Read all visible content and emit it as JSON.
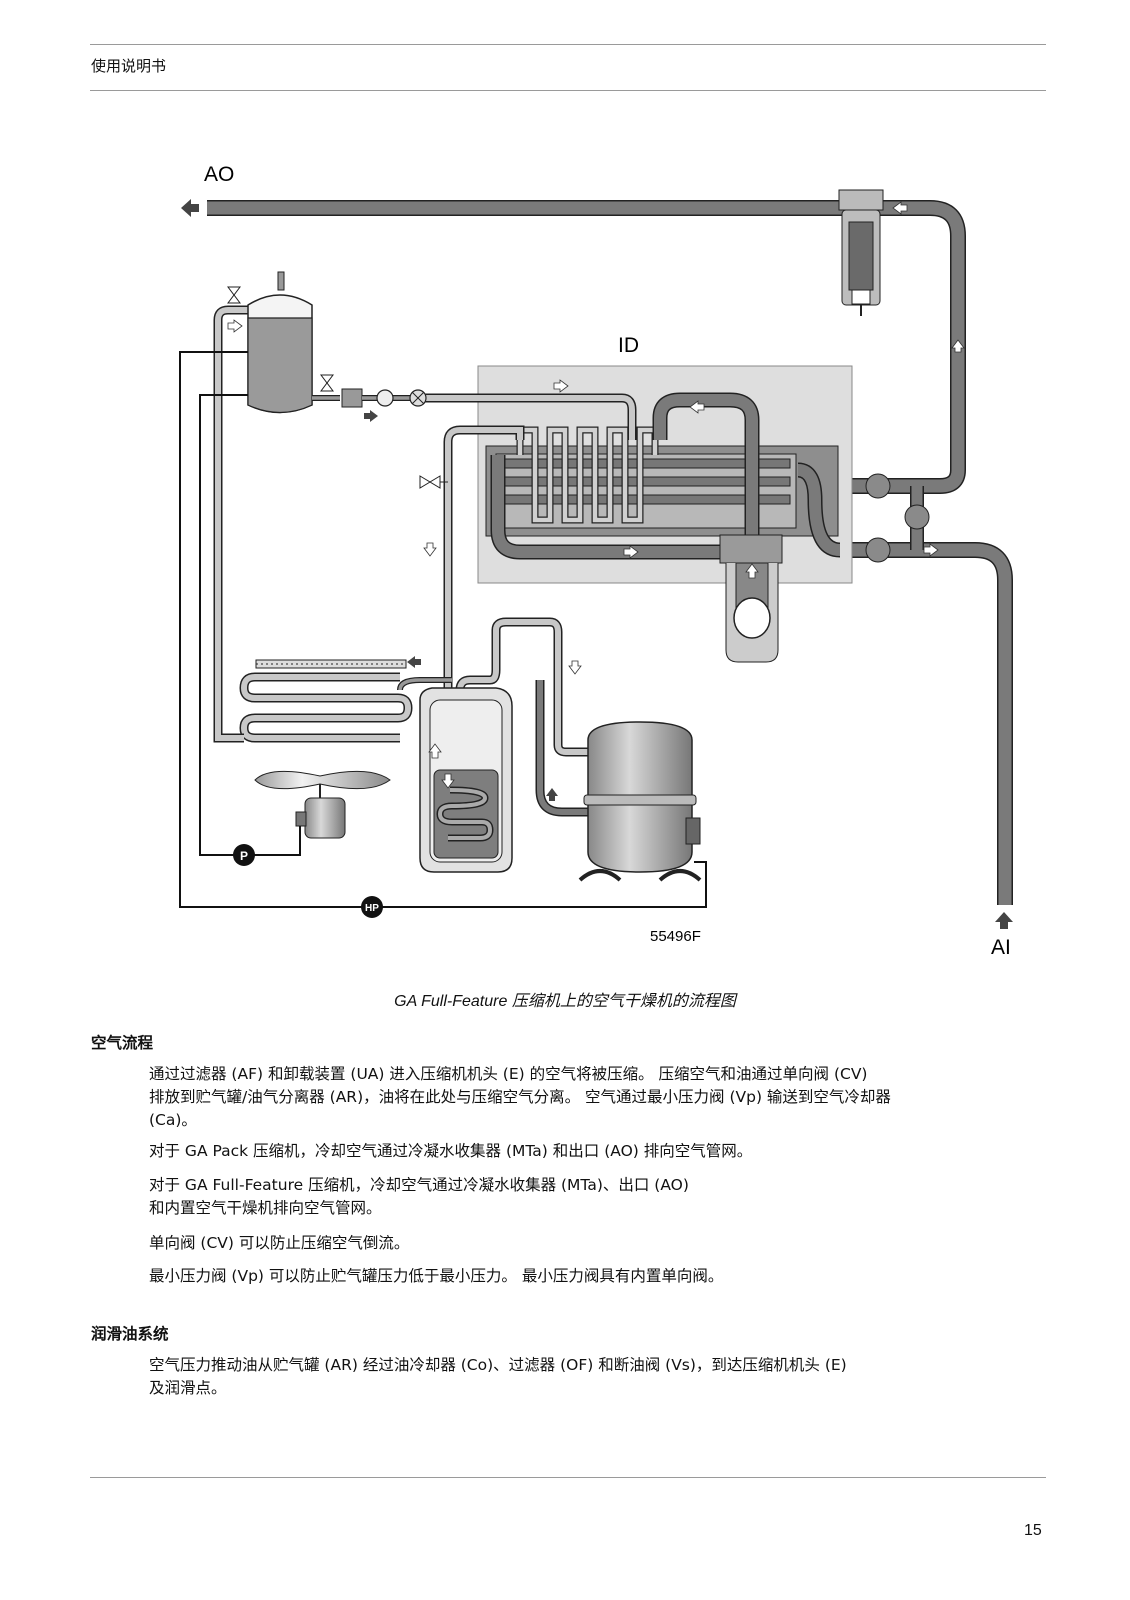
{
  "header": {
    "title": "使用说明书"
  },
  "figure": {
    "labels": {
      "ao": "AO",
      "ai": "AI",
      "id": "ID",
      "p": "P",
      "hp": "HP",
      "code": "55496F"
    },
    "caption": "GA Full-Feature 压缩机上的空气干燥机的流程图"
  },
  "sections": [
    {
      "title": "空气流程",
      "paragraphs": [
        {
          "lines": [
            "通过过滤器 (AF) 和卸载装置 (UA) 进入压缩机机头 (E) 的空气将被压缩。 压缩空气和油通过单向阀 (CV)",
            "排放到贮气罐/油气分离器 (AR)，油将在此处与压缩空气分离。 空气通过最小压力阀 (Vp) 输送到空气冷却器",
            "(Ca)。"
          ]
        },
        {
          "lines": [
            "对于 GA Pack 压缩机，冷却空气通过冷凝水收集器 (MTa) 和出口 (AO) 排向空气管网。"
          ]
        },
        {
          "lines": [
            "对于 GA Full-Feature 压缩机，冷却空气通过冷凝水收集器 (MTa)、出口 (AO)",
            "和内置空气干燥机排向空气管网。"
          ]
        },
        {
          "lines": [
            "单向阀 (CV) 可以防止压缩空气倒流。"
          ]
        },
        {
          "lines": [
            "最小压力阀 (Vp) 可以防止贮气罐压力低于最小压力。 最小压力阀具有内置单向阀。"
          ]
        }
      ]
    },
    {
      "title": "润滑油系统",
      "paragraphs": [
        {
          "lines": [
            "空气压力推动油从贮气罐 (AR) 经过油冷却器 (Co)、过滤器 (OF) 和断油阀 (Vs)，到达压缩机机头 (E)",
            "及润滑点。"
          ]
        }
      ]
    }
  ],
  "footer": {
    "page_number": "15"
  },
  "colors": {
    "air_pipe": "#7a7a7a",
    "refrigerant_pipe": "#c8c8c8",
    "dryer_box": "#dedede",
    "line": "#111111"
  }
}
